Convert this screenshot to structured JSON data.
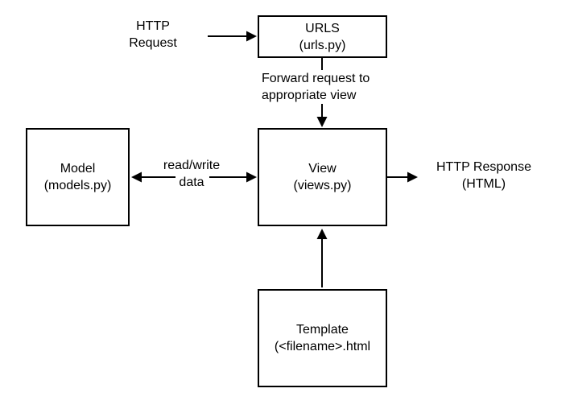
{
  "colors": {
    "stroke": "#000000",
    "background": "#ffffff"
  },
  "nodes": {
    "urls": {
      "title": "URLS",
      "subtitle": "(urls.py)"
    },
    "model": {
      "title": "Model",
      "subtitle": "(models.py)"
    },
    "view": {
      "title": "View",
      "subtitle": "(views.py)"
    },
    "template": {
      "title": "Template",
      "subtitle": "(<filename>.html"
    }
  },
  "labels": {
    "http_request": "HTTP\nRequest",
    "forward_request": "Forward request to\nappropriate view",
    "read_write": "read/write\ndata",
    "http_response": "HTTP Response\n(HTML)"
  },
  "edges": [
    {
      "from": "HTTP Request",
      "to": "URLS",
      "bidirectional": false,
      "label": ""
    },
    {
      "from": "URLS",
      "to": "View",
      "bidirectional": false,
      "label": "Forward request to appropriate view"
    },
    {
      "from": "Model",
      "to": "View",
      "bidirectional": true,
      "label": "read/write data"
    },
    {
      "from": "View",
      "to": "HTTP Response (HTML)",
      "bidirectional": false,
      "label": ""
    },
    {
      "from": "Template",
      "to": "View",
      "bidirectional": false,
      "label": ""
    }
  ]
}
